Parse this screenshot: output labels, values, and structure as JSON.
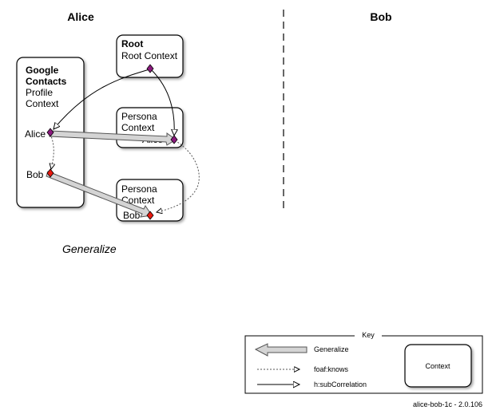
{
  "columns": {
    "left": "Alice",
    "right": "Bob"
  },
  "boxes": {
    "google": {
      "title_line1": "Google",
      "title_line2": "Contacts",
      "text_line1": "Profile",
      "text_line2": "Context"
    },
    "root": {
      "title": "Root",
      "text": "Root Context"
    },
    "persona1": {
      "text_line1": "Persona",
      "text_line2": "Context"
    },
    "persona2": {
      "text_line1": "Persona",
      "text_line2": "Context"
    }
  },
  "nodes": {
    "alice": "Alice",
    "bob": "Bob",
    "persona_alice": "Alice",
    "persona_bob": "Bob"
  },
  "caption": "Generalize",
  "key": {
    "title": "Key",
    "generalize": "Generalize",
    "foaf_knows": "foaf:knows",
    "sub_correlation": "h:subCorrelation",
    "context": "Context"
  },
  "footer": "alice-bob-1c - 2.0.106",
  "colors": {
    "node_purple": "#8B1A7E",
    "node_red": "#E8190F",
    "arrow_fill": "#d0d0d0"
  }
}
